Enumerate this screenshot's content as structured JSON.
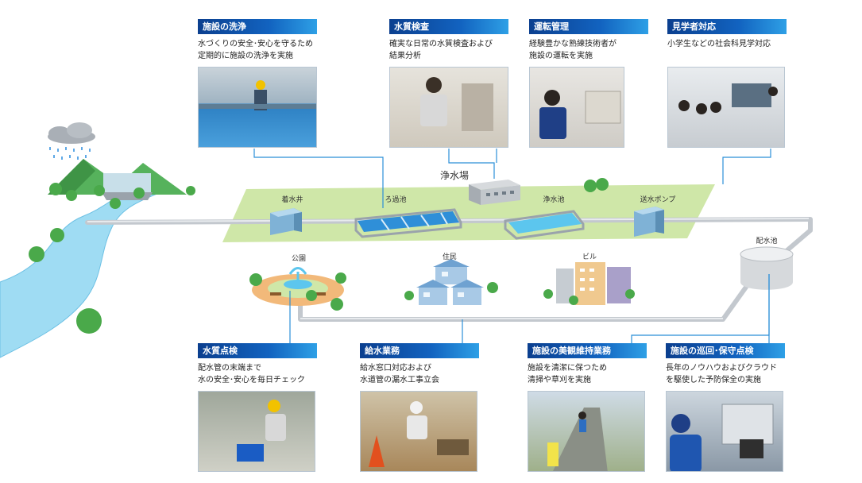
{
  "diagram": {
    "main_label": "浄水場",
    "facilities": [
      "着水井",
      "ろ過池",
      "浄水池",
      "送水ポンプ"
    ],
    "reservoir": "配水池",
    "consumers": [
      "公園",
      "住民",
      "ビル"
    ]
  },
  "cards_top": [
    {
      "title": "施設の洗浄",
      "text": "水づくりの安全･安心を守るため\n定期的に施設の洗浄を実施"
    },
    {
      "title": "水質検査",
      "text": "確実な日常の水質検査および\n結果分析"
    },
    {
      "title": "運転管理",
      "text": "経験豊かな熟練技術者が\n施設の運転を実施"
    },
    {
      "title": "見学者対応",
      "text": "小学生などの社会科見学対応"
    }
  ],
  "cards_bottom": [
    {
      "title": "水質点検",
      "text": "配水管の末端まで\n水の安全･安心を毎日チェック"
    },
    {
      "title": "給水業務",
      "text": "給水窓口対応および\n水道管の漏水工事立会"
    },
    {
      "title": "施設の美観維持業務",
      "text": "施設を清潔に保つため\n清掃や草刈を実施"
    },
    {
      "title": "施設の巡回･保守点検",
      "text": "長年のノウハウおよびクラウド\nを駆使した予防保全の実施"
    }
  ],
  "colors": {
    "accent": "#1263c0",
    "water": "#8fd3ef",
    "plant_ground": "#cfe7a8",
    "pipe": "#c9cdd2",
    "tree": "#4aa94a"
  }
}
